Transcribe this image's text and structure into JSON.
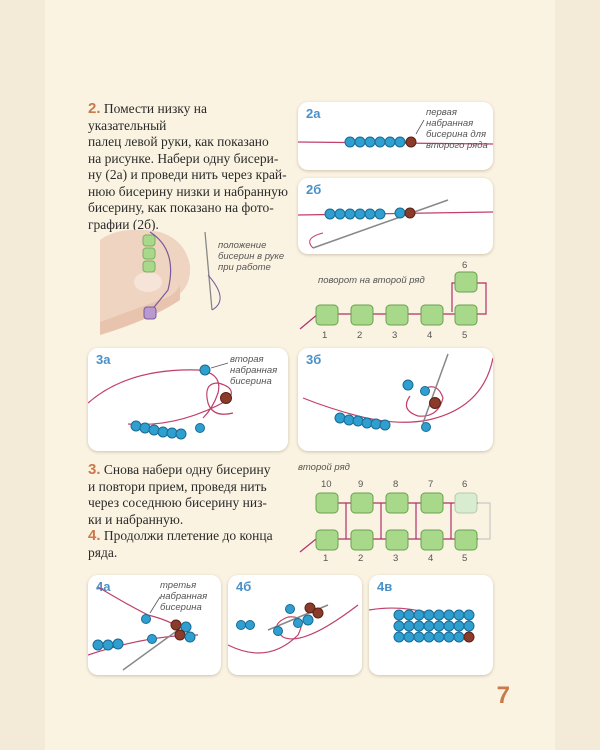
{
  "step2": {
    "num": "2.",
    "lines": [
      "Помести низку на указательный",
      "палец левой руки, как показано",
      "на рисунке. Набери одну бисери-",
      "ну (2а) и проведи нить через край-",
      "нюю бисерину низки и набранную",
      "бисерину, как показано на фото-",
      "графии (2б)."
    ]
  },
  "hand_note": [
    "положение",
    "бисерин в руке",
    "при работе"
  ],
  "panels": {
    "p2a": {
      "tag": "2а",
      "note": [
        "первая",
        "набранная",
        "бисерина для",
        "второго ряда"
      ]
    },
    "p2b": {
      "tag": "2б"
    },
    "p3a": {
      "tag": "3а",
      "note": [
        "вторая",
        "набранная",
        "бисерина"
      ]
    },
    "p3b": {
      "tag": "3б"
    },
    "p4a": {
      "tag": "4а",
      "note": [
        "третья",
        "набранная",
        "бисерина"
      ]
    },
    "p4b": {
      "tag": "4б"
    },
    "p4c": {
      "tag": "4в"
    }
  },
  "diagram1": {
    "label": "поворот на второй ряд",
    "nums": [
      "1",
      "2",
      "3",
      "4",
      "5",
      "6"
    ]
  },
  "diagram2": {
    "label": "второй ряд",
    "bottom": [
      "1",
      "2",
      "3",
      "4",
      "5"
    ],
    "top": [
      "10",
      "9",
      "8",
      "7",
      "6"
    ]
  },
  "step3": {
    "num": "3.",
    "lines": [
      "Снова набери одну бисерину",
      "и повтори прием, проведя нить",
      "через соседнюю бисерину низ-",
      "ки и набранную."
    ]
  },
  "step4": {
    "num": "4.",
    "lines": [
      "Продолжи плетение до конца",
      "ряда."
    ]
  },
  "page_number": "7",
  "colors": {
    "bead_blue": "#2f9fd0",
    "bead_brown": "#8a3b2a",
    "bead_green": "#a8d88a",
    "thread": "#c0406a",
    "accent": "#c87a4a"
  }
}
